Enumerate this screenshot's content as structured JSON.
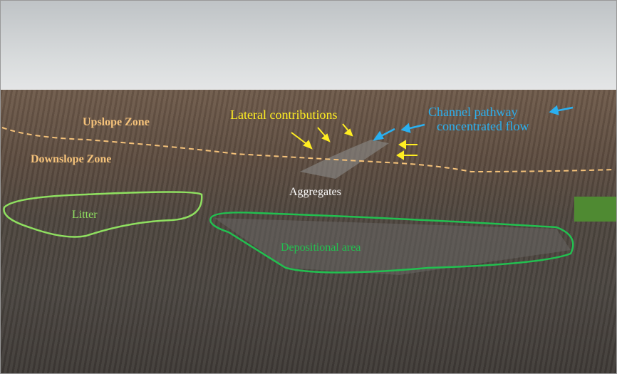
{
  "labels": {
    "upslope": "Upslope Zone",
    "downslope": "Downslope Zone",
    "lateral": "Lateral contributions",
    "channel_line1": "Channel pathway",
    "channel_line2": "concentrated flow",
    "aggregates": "Aggregates",
    "litter": "Litter",
    "depositional": "Depositional area"
  },
  "colors": {
    "zone": "#f5c27a",
    "lateral": "#ffee22",
    "channel": "#2ab0f0",
    "aggregates": "#ffffff",
    "litter": "#8fe060",
    "depositional": "#22c050"
  }
}
